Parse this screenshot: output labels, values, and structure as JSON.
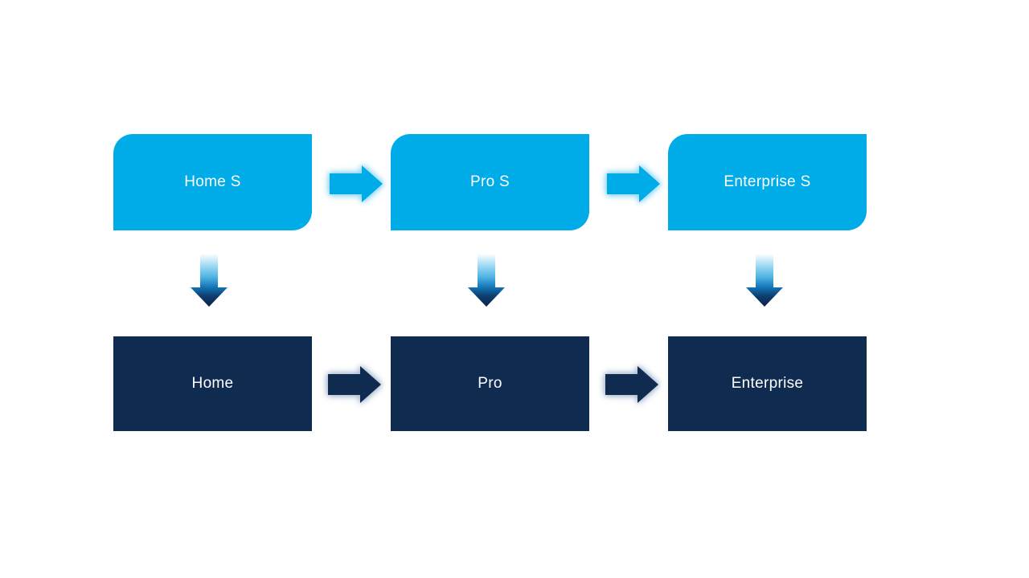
{
  "diagram": {
    "title": "edition-upgrade-flow",
    "columns": [
      {
        "top": "Home S",
        "bottom": "Home"
      },
      {
        "top": "Pro S",
        "bottom": "Pro"
      },
      {
        "top": "Enterprise S",
        "bottom": "Enterprise"
      }
    ],
    "colors": {
      "light_blue": "#00ACE8",
      "navy": "#0F2B50",
      "glow_light": "#8FD8F7",
      "glow_dark": "#ADBDD3",
      "text": "#FFFFFF",
      "down_arrow_gradient": [
        "#FFFFFF",
        "#A6DDF5",
        "#4FB4E4",
        "#1273B4",
        "#0F3E70",
        "#0A2348"
      ]
    }
  }
}
